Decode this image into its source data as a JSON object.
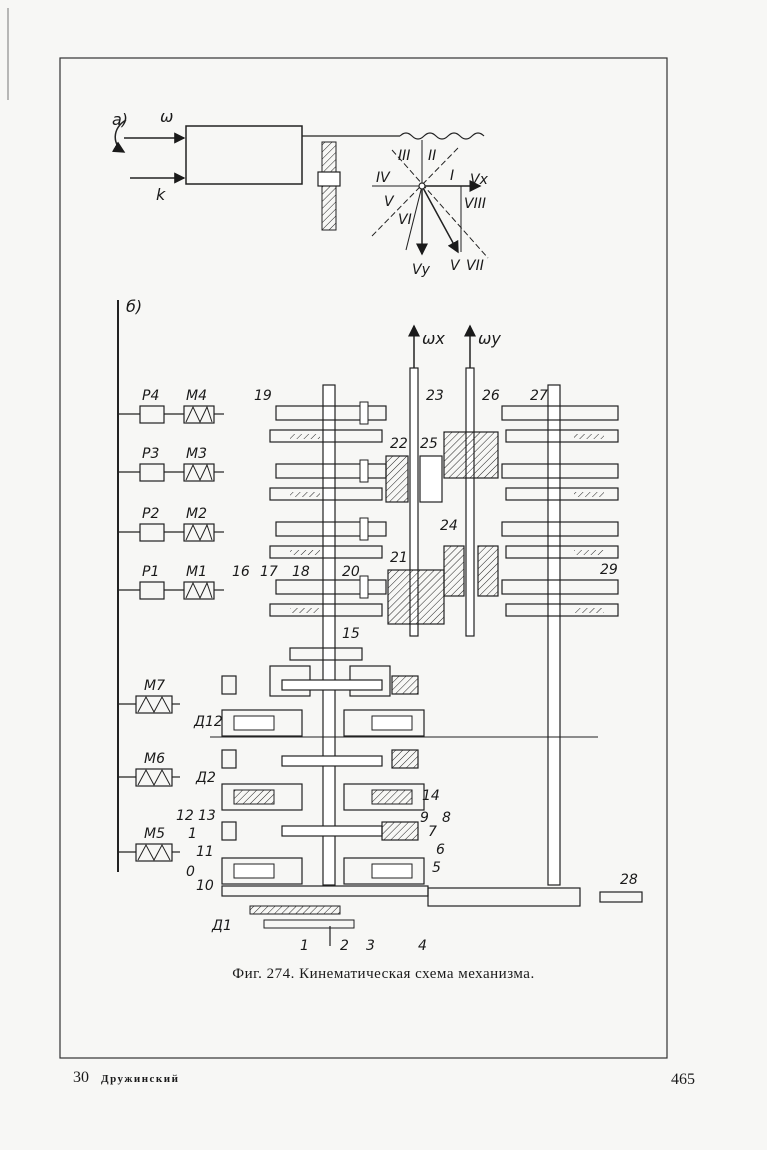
{
  "figure": {
    "caption": "Фиг. 274. Кинематическая схема механизма."
  },
  "footer": {
    "page_left": "30",
    "author": "Дружинский",
    "page_number": "465"
  },
  "diagram_a": {
    "label": "a)",
    "input_omega": "ω",
    "input_k": "k",
    "directions": [
      "I",
      "II",
      "III",
      "IV",
      "V",
      "VI",
      "VII",
      "VIII"
    ],
    "vx": "Vx",
    "vy": "Vy",
    "v": "V"
  },
  "diagram_b": {
    "label": "б)",
    "output_omega_x": "ωx",
    "output_omega_y": "ωy",
    "relays": [
      "P4",
      "P3",
      "P2",
      "P1"
    ],
    "magnets_top": [
      "M4",
      "M3",
      "M2",
      "M1"
    ],
    "magnets_bottom": [
      "M7",
      "M6",
      "M5"
    ],
    "diff_labels": [
      "Д12",
      "Д2",
      "Д1"
    ],
    "part_numbers": [
      "0",
      "1",
      "2",
      "3",
      "4",
      "5",
      "6",
      "7",
      "8",
      "9",
      "10",
      "11",
      "12",
      "13",
      "14",
      "15",
      "16",
      "17",
      "18",
      "19",
      "20",
      "21",
      "22",
      "23",
      "24",
      "25",
      "26",
      "27",
      "28",
      "29"
    ]
  }
}
